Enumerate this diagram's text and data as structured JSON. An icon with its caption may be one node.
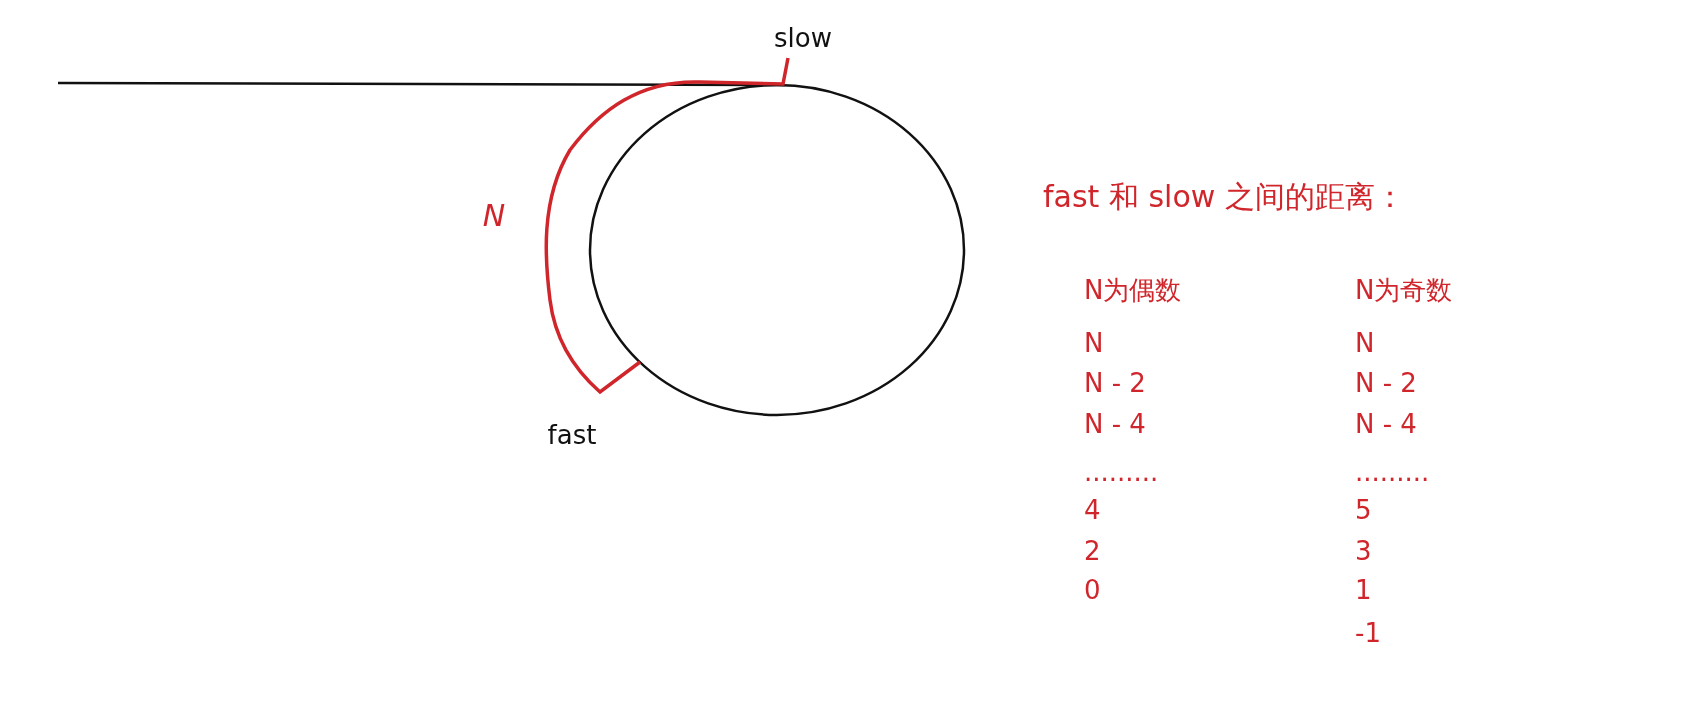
{
  "diagram": {
    "labels": [
      "slow",
      "N",
      "fast",
      "fast 和 slow 之间的距离：",
      "N为偶数",
      "N为奇数",
      "N",
      "N",
      "N - 2",
      "N - 2",
      "N - 4",
      "N - 4",
      ".........",
      ".........",
      "4",
      "5",
      "2",
      "3",
      "0",
      "1",
      "-1"
    ]
  }
}
